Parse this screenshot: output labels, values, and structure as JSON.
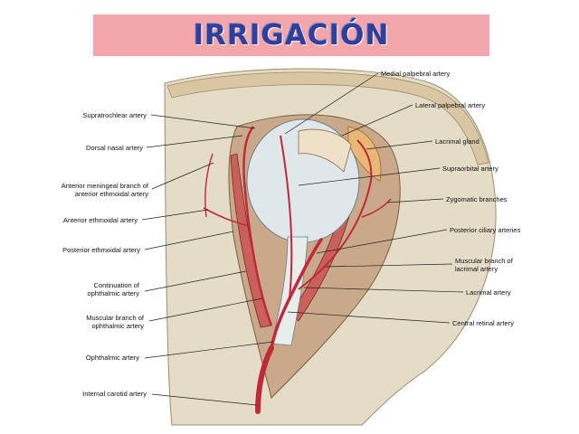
{
  "title": "IRRIGACIÓN",
  "colors": {
    "banner": "#f4a6ad",
    "title": "#2f3f9b",
    "bone": "#e4dcc6",
    "bone_dark": "#cbbf9e",
    "muscle": "#c9605a",
    "artery": "#c0293a",
    "globe": "#dfe7ea",
    "fat": "#e9b876"
  },
  "labels_left": [
    {
      "text": "Supratrochlear artery"
    },
    {
      "text": "Dorsal nasal artery"
    },
    {
      "text": "Anterior meningeal branch of\nanterior ethmoidal artery"
    },
    {
      "text": "Anterior ethmoidal artery"
    },
    {
      "text": "Posterior ethmoidal artery"
    },
    {
      "text": "Continuation of\nophthalmic artery"
    },
    {
      "text": "Muscular branch of\nophthalmic artery"
    },
    {
      "text": "Ophthalmic artery"
    },
    {
      "text": "Internal carotid artery"
    }
  ],
  "labels_right": [
    {
      "text": "Medial palpebral artery"
    },
    {
      "text": "Lateral palpebral artery"
    },
    {
      "text": "Lacrimal gland"
    },
    {
      "text": "Supraorbital artery"
    },
    {
      "text": "Zygomatic branches"
    },
    {
      "text": "Posterior ciliary arteries"
    },
    {
      "text": "Muscular branch of\nlacrimal artery"
    },
    {
      "text": "Lacrimal artery"
    },
    {
      "text": "Central retinal artery"
    }
  ]
}
